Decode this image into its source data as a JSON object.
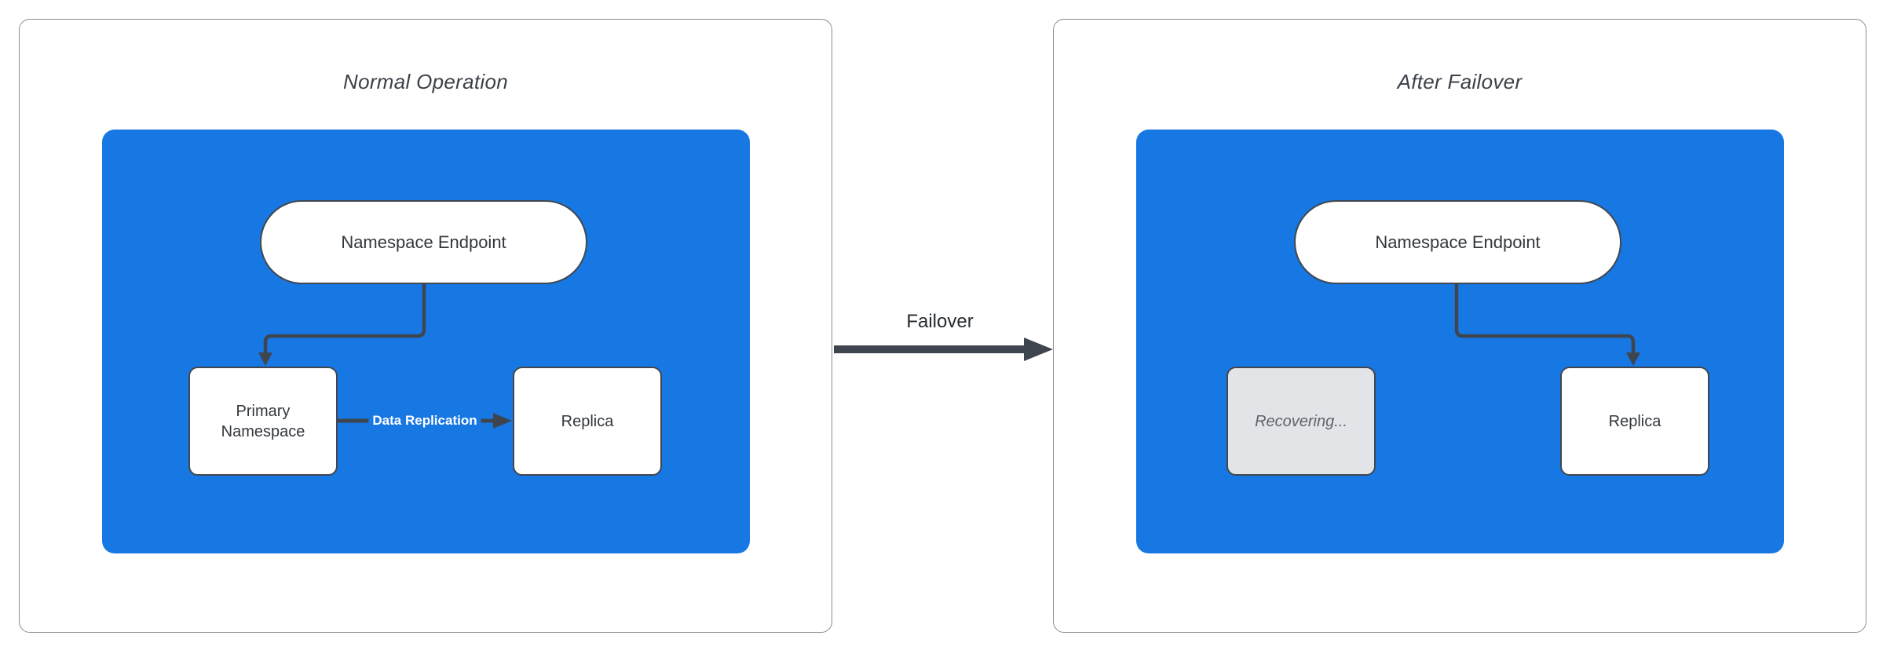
{
  "diagram": {
    "failover_arrow_label": "Failover",
    "panels": [
      {
        "title": "Normal Operation",
        "endpoint_label": "Namespace Endpoint",
        "nodes": {
          "left": "Primary Namespace",
          "right": "Replica"
        },
        "replication_arrow_label": "Data Replication"
      },
      {
        "title": "After Failover",
        "endpoint_label": "Namespace Endpoint",
        "nodes": {
          "left": "Recovering...",
          "right": "Replica"
        }
      }
    ]
  },
  "colors": {
    "background": "#ffffff",
    "panel_border": "#878d94",
    "title_text": "#3c4149",
    "container_fill": "#1777e3",
    "node_border": "#41474e",
    "node_text": "#32373d",
    "line_dark": "#3f454e",
    "recovering_fill": "#e2e4e8",
    "recovering_text": "#5d636b",
    "replication_label_text": "#ffffff",
    "failover_label_text": "#262b31"
  }
}
